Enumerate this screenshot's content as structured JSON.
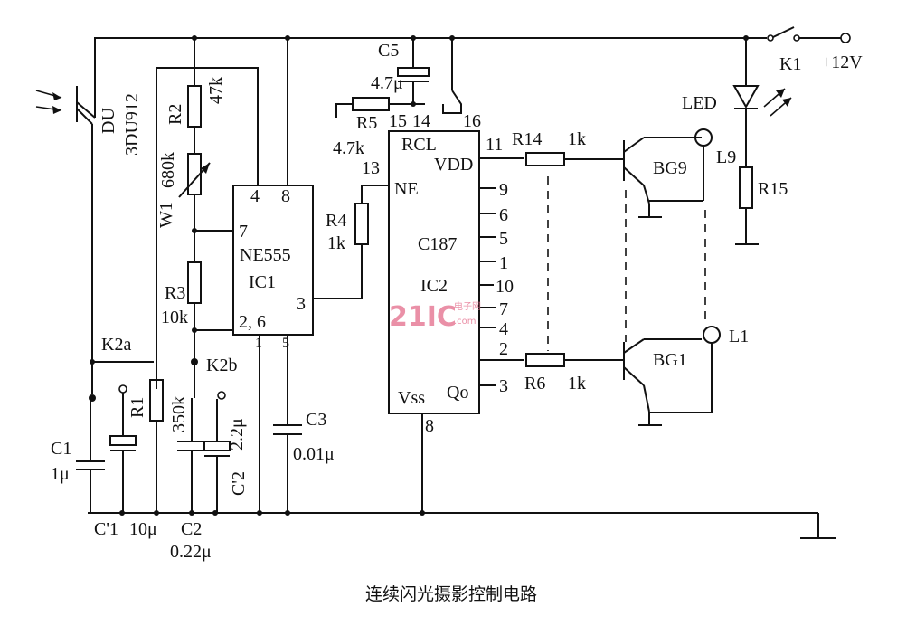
{
  "caption": "连续闪光摄影控制电路",
  "watermark": {
    "brand": "21IC",
    "sub": "电子网",
    "domain": ".com"
  },
  "power": {
    "label": "+12V",
    "switch": "K1"
  },
  "components": {
    "du": {
      "ref": "DU",
      "part": "3DU912"
    },
    "r2": {
      "ref": "R2",
      "value": "47k"
    },
    "w1": {
      "ref": "W1",
      "value": "680k"
    },
    "r3": {
      "ref": "R3",
      "value": "10k"
    },
    "r1": {
      "ref": "R1",
      "value": "350k"
    },
    "r4": {
      "ref": "R4",
      "value": "1k"
    },
    "r5": {
      "ref": "R5",
      "value": "4.7k"
    },
    "r14": {
      "ref": "R14",
      "value": "1k"
    },
    "r6": {
      "ref": "R6",
      "value": "1k"
    },
    "r15": {
      "ref": "R15"
    },
    "c1": {
      "ref": "C1",
      "value": "1μ"
    },
    "c1p": {
      "ref": "C'1",
      "value": "10μ"
    },
    "c2": {
      "ref": "C2",
      "value": "0.22μ"
    },
    "c2p": {
      "ref": "C'2",
      "value": "2.2μ"
    },
    "c3": {
      "ref": "C3",
      "value": "0.01μ"
    },
    "c5": {
      "ref": "C5",
      "value": "4.7μ"
    },
    "ic1": {
      "part": "NE555",
      "ref": "IC1"
    },
    "ic2": {
      "part": "C187",
      "ref": "IC2",
      "rcl": "RCL",
      "vdd": "VDD",
      "vss": "Vss",
      "ne": "NE",
      "qo": "Qo"
    },
    "k2a": {
      "ref": "K2a"
    },
    "k2b": {
      "ref": "K2b"
    },
    "led": {
      "ref": "LED"
    },
    "bg9": {
      "ref": "BG9"
    },
    "bg1": {
      "ref": "BG1"
    },
    "l9": {
      "ref": "L9"
    },
    "l1": {
      "ref": "L1"
    }
  },
  "ic1_pins": {
    "p4": "4",
    "p8": "8",
    "p7": "7",
    "p26": "2, 6",
    "p1": "1",
    "p5": "5",
    "p3": "3"
  },
  "ic2_pins": {
    "p15": "15",
    "p14": "14",
    "p16": "16",
    "p13": "13",
    "p11": "11",
    "p9": "9",
    "p6": "6",
    "p5": "5",
    "p1": "1",
    "p10": "10",
    "p7": "7",
    "p4": "4",
    "p2": "2",
    "p3": "3",
    "p8": "8"
  }
}
